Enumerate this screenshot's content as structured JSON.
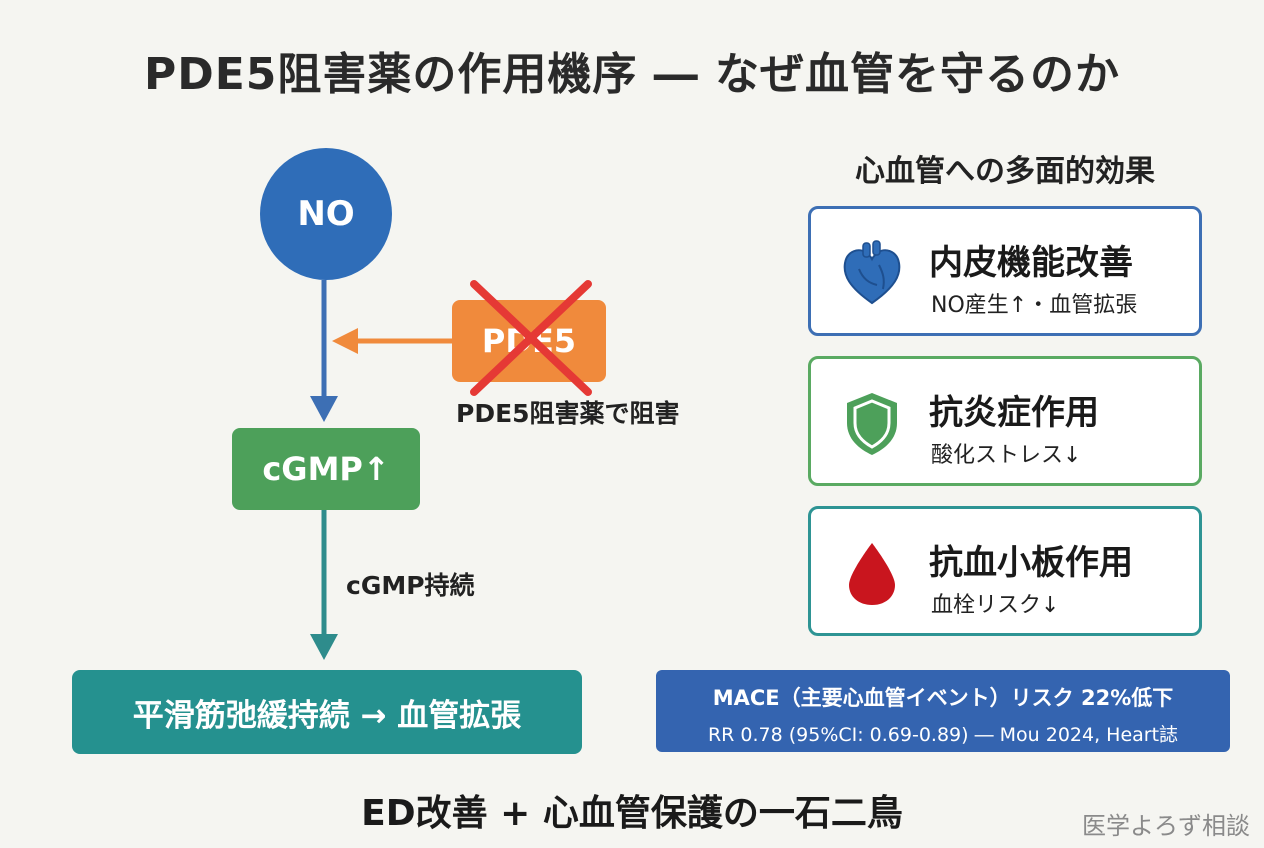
{
  "title": "PDE5阻害薬の作用機序 ― なぜ血管を守るのか",
  "flow": {
    "no_label": "NO",
    "pde5_label": "PDE5",
    "inhibition_label": "PDE5阻害薬で阻害",
    "cgmp_label": "cGMP↑",
    "cgmp_sustain_label": "cGMP持続",
    "result_label": "平滑筋弛緩持続 → 血管拡張"
  },
  "effects": {
    "heading": "心血管への多面的効果",
    "cards": [
      {
        "title": "内皮機能改善",
        "subtitle": "NO産生↑・血管拡張",
        "icon": "heart-icon",
        "color": "#3d6fb4"
      },
      {
        "title": "抗炎症作用",
        "subtitle": "酸化ストレス↓",
        "icon": "shield-icon",
        "color": "#5aaa62"
      },
      {
        "title": "抗血小板作用",
        "subtitle": "血栓リスク↓",
        "icon": "blood-drop-icon",
        "color": "#2e9494"
      }
    ]
  },
  "mace": {
    "line1": "MACE（主要心血管イベント）リスク 22%低下",
    "line2": "RR 0.78 (95%CI: 0.69-0.89) ― Mou 2024, Heart誌"
  },
  "tagline": "ED改善 + 心血管保護の一石二鳥",
  "watermark": "医学よろず相談",
  "colors": {
    "no_node": "#2f6db8",
    "pde5_node": "#f08a3c",
    "cgmp_node": "#4da05a",
    "result_node": "#25918f",
    "inhibit_cross": "#e53935",
    "mace_box": "#3464b0"
  }
}
